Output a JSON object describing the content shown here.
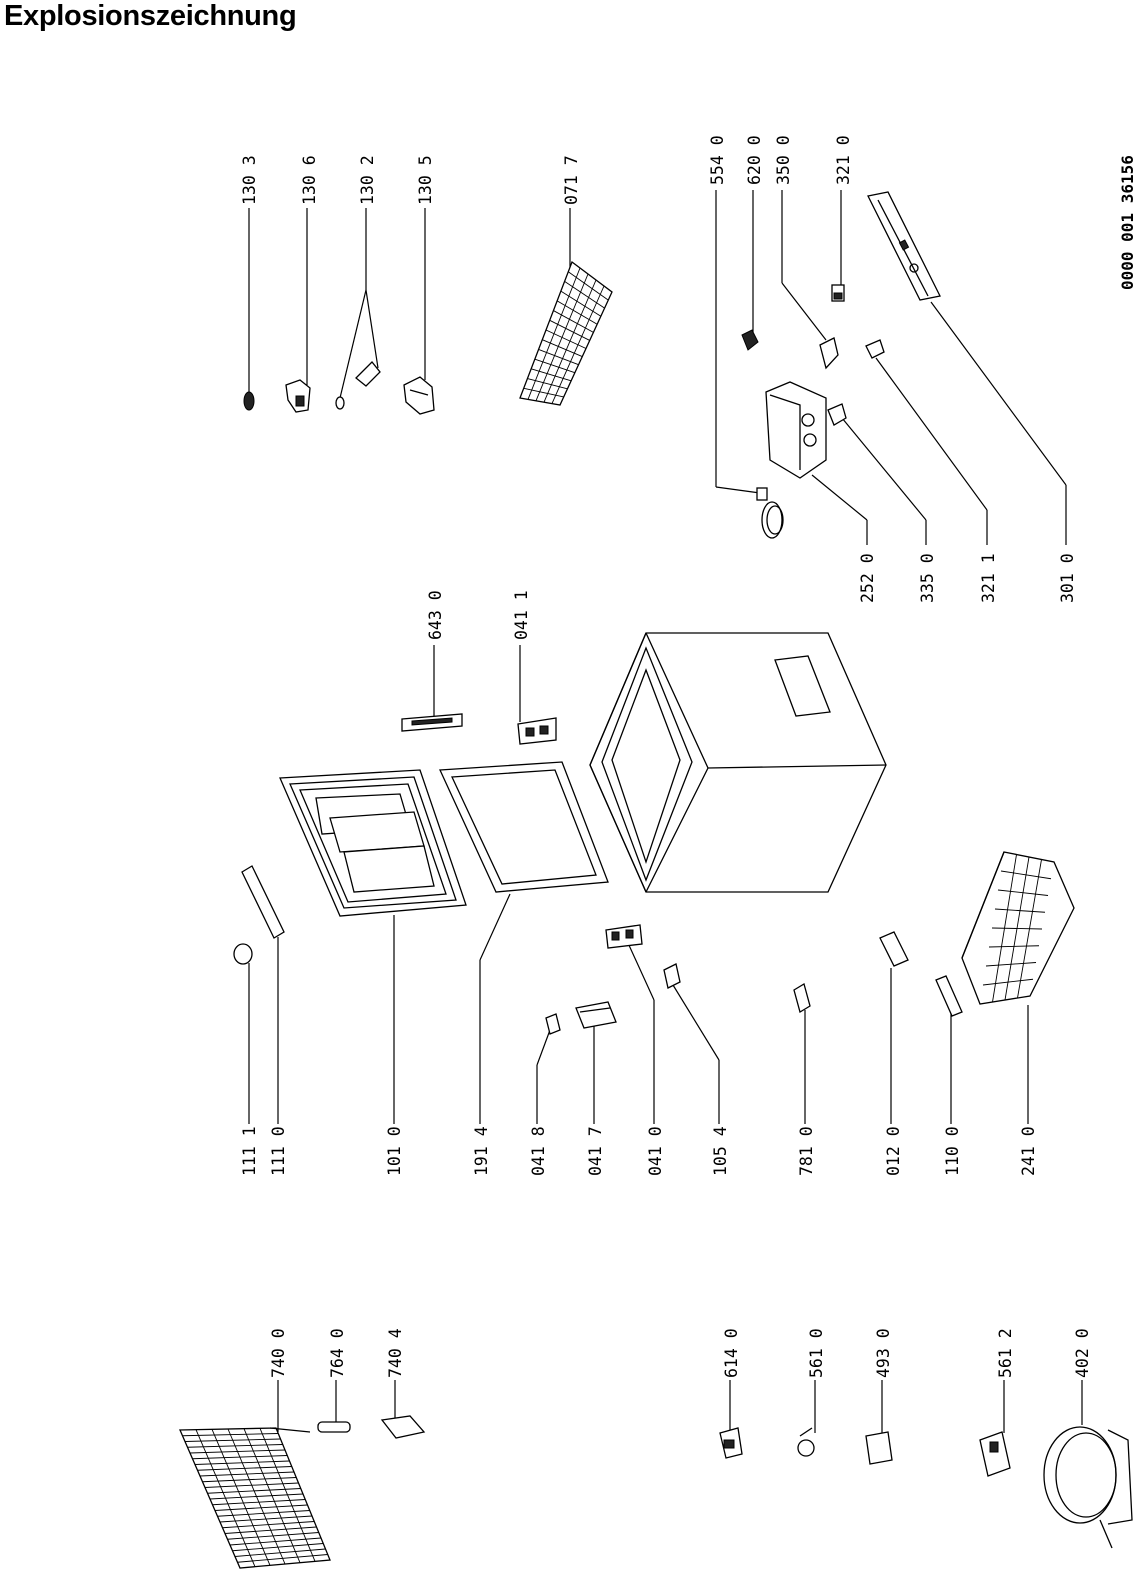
{
  "title": "Explosionszeichnung",
  "document_id": "0000 001 36156",
  "part_labels": [
    "130 3",
    "130 6",
    "130 2",
    "130 5",
    "071 7",
    "554 0",
    "620 0",
    "350 0",
    "321 0",
    "252 0",
    "335 0",
    "321 1",
    "301 0",
    "643 0",
    "041 1",
    "111 1",
    "111 0",
    "101 0",
    "191 4",
    "041 8",
    "041 7",
    "041 0",
    "105 4",
    "781 0",
    "012 0",
    "110 0",
    "241 0",
    "740 0",
    "764 0",
    "740 4",
    "614 0",
    "561 0",
    "493 0",
    "561 2",
    "402 0"
  ]
}
